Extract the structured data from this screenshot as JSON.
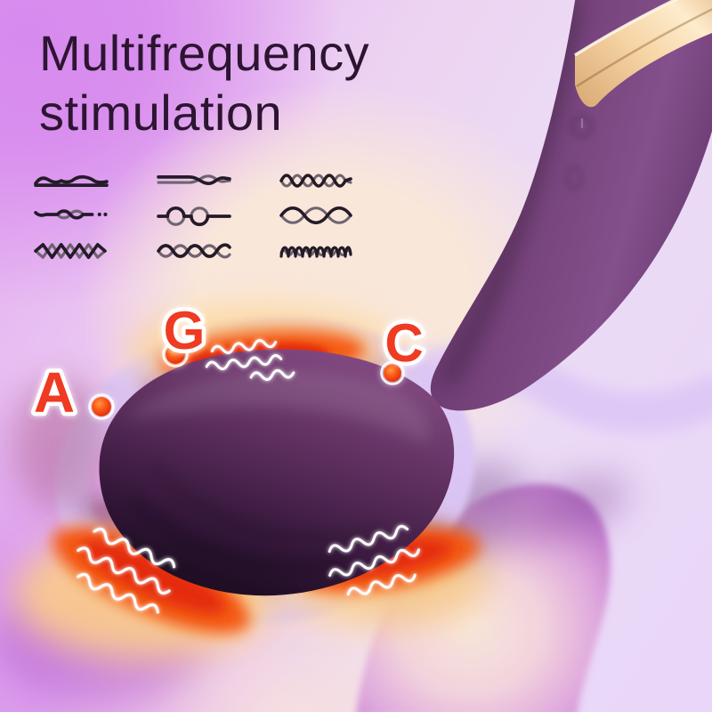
{
  "title": {
    "line1": "Multifrequency",
    "line2": "stimulation"
  },
  "zone_labels": [
    {
      "id": "a-spot",
      "label": "A"
    },
    {
      "id": "g-spot",
      "label": "G"
    },
    {
      "id": "c-spot",
      "label": "C"
    }
  ],
  "wave_patterns": [
    {
      "name": "gentle-ripple"
    },
    {
      "name": "twist-pair"
    },
    {
      "name": "tight-braid"
    },
    {
      "name": "knot-pulse"
    },
    {
      "name": "loop-wave"
    },
    {
      "name": "double-helix"
    },
    {
      "name": "zigzag-weave"
    },
    {
      "name": "rope-braid"
    },
    {
      "name": "dense-coil"
    }
  ],
  "colors": {
    "title_text": "#2d1532",
    "label_red": "#ee3a24",
    "label_outline": "#ffffff",
    "glow_red": "#e42c0c",
    "glow_orange": "#f4570f",
    "glow_yellow": "#ffd285",
    "device_purple": "#5e2f5e",
    "gold_band": "#f6d4a4",
    "ribbon_lavender": "#dcc6f6",
    "background_orchid": "#d78aee",
    "background_lavender": "#e9d6f9",
    "background_cream": "#f9e7da"
  }
}
